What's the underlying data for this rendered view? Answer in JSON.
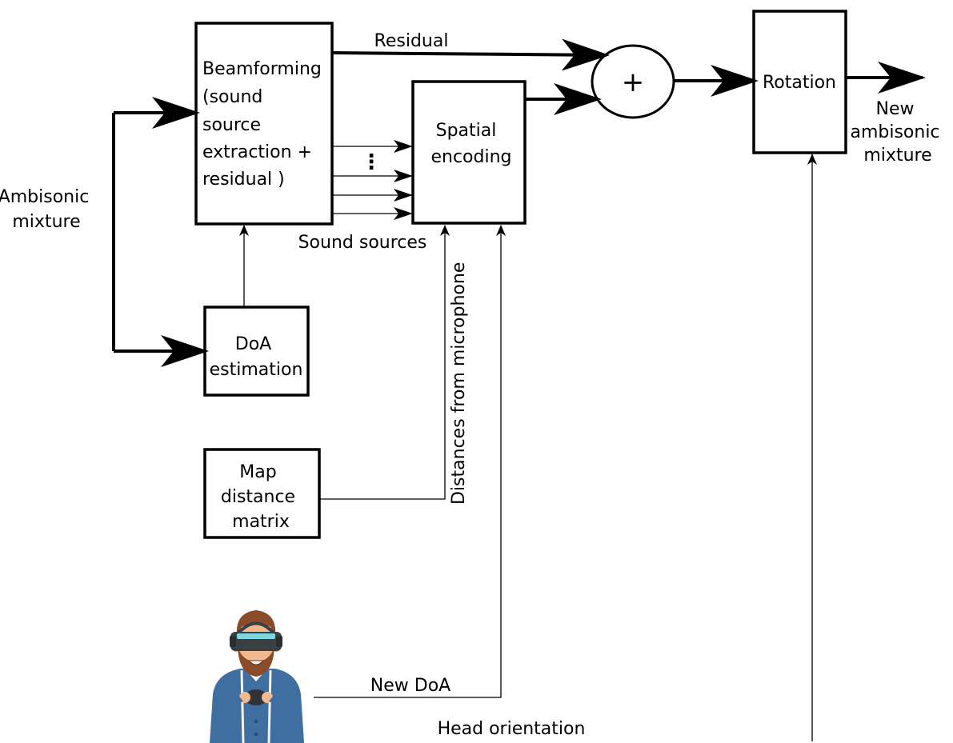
{
  "blocks": {
    "beamforming": [
      "Beamforming",
      "(sound",
      "source",
      "extraction +",
      "residual )"
    ],
    "spatial_encoding": [
      "Spatial",
      "encoding"
    ],
    "doa_estimation": [
      "DoA",
      "estimation"
    ],
    "map_distance": [
      "Map",
      "distance",
      "matrix"
    ],
    "sum": "+",
    "rotation": "Rotation"
  },
  "labels": {
    "residual": "Residual",
    "ambisonic_mixture": [
      "Ambisonic",
      "mixture"
    ],
    "sound_sources": "Sound sources",
    "distances": "Distances from microphone",
    "new_doa": "New DoA",
    "head_orientation": "Head orientation",
    "new_mixture": [
      "New",
      "ambisonic",
      "mixture"
    ],
    "ellipsis": "⋮"
  },
  "icons": {
    "vr_user": "vr-headset-user-icon"
  },
  "colors": {
    "line": "#000000",
    "shirt": "#3f6fa0",
    "skin": "#f2b98f",
    "hair": "#8a4b2a",
    "headset": "#3a3f44",
    "visor": "#7fd6e0"
  }
}
